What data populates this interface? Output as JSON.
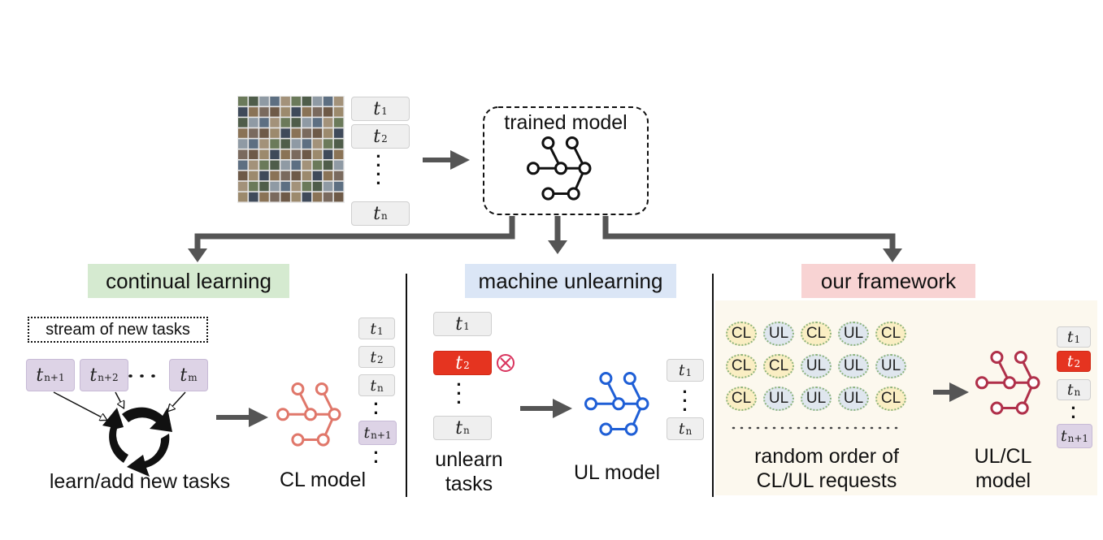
{
  "top": {
    "tasks": [
      {
        "base": "t",
        "sub": "1"
      },
      {
        "base": "t",
        "sub": "2"
      },
      {
        "base": "t",
        "sub": "n"
      }
    ],
    "model_label": "trained model"
  },
  "continual": {
    "header": "continual learning",
    "header_color": "#d5ead0",
    "stream_label": "stream of new tasks",
    "stream_tasks": [
      {
        "base": "t",
        "sub": "n+1"
      },
      {
        "base": "t",
        "sub": "n+2"
      },
      {
        "base": "t",
        "sub": "m"
      }
    ],
    "cycle_label": "learn/add new tasks",
    "model_label": "CL model",
    "model_color": "#e0776a",
    "model_tasks": [
      {
        "base": "t",
        "sub": "1"
      },
      {
        "base": "t",
        "sub": "2"
      },
      {
        "base": "t",
        "sub": "n"
      },
      {
        "base": "t",
        "sub": "n+1"
      }
    ]
  },
  "unlearning": {
    "header": "machine unlearning",
    "header_color": "#dbe6f6",
    "tasks": [
      {
        "base": "t",
        "sub": "1"
      },
      {
        "base": "t",
        "sub": "2"
      },
      {
        "base": "t",
        "sub": "n"
      }
    ],
    "unlearn_label_line1": "unlearn",
    "unlearn_label_line2": "tasks",
    "model_label": "UL model",
    "model_color": "#1f5fd6",
    "model_tasks": [
      {
        "base": "t",
        "sub": "1"
      },
      {
        "base": "t",
        "sub": "n"
      }
    ],
    "remove_icon_color": "#d9345e"
  },
  "framework": {
    "header": "our framework",
    "header_color": "#f8d3d3",
    "panel_color": "#fcf8ee",
    "request_rows": [
      [
        "CL",
        "UL",
        "CL",
        "UL",
        "CL"
      ],
      [
        "CL",
        "CL",
        "UL",
        "UL",
        "UL"
      ],
      [
        "CL",
        "UL",
        "UL",
        "UL",
        "CL"
      ]
    ],
    "requests_label_line1": "random order of",
    "requests_label_line2": "CL/UL requests",
    "model_label_line1": "UL/CL",
    "model_label_line2": "model",
    "model_color": "#b0304a",
    "model_tasks": [
      {
        "base": "t",
        "sub": "1"
      },
      {
        "base": "t",
        "sub": "2"
      },
      {
        "base": "t",
        "sub": "n"
      },
      {
        "base": "t",
        "sub": "n+1"
      }
    ]
  }
}
